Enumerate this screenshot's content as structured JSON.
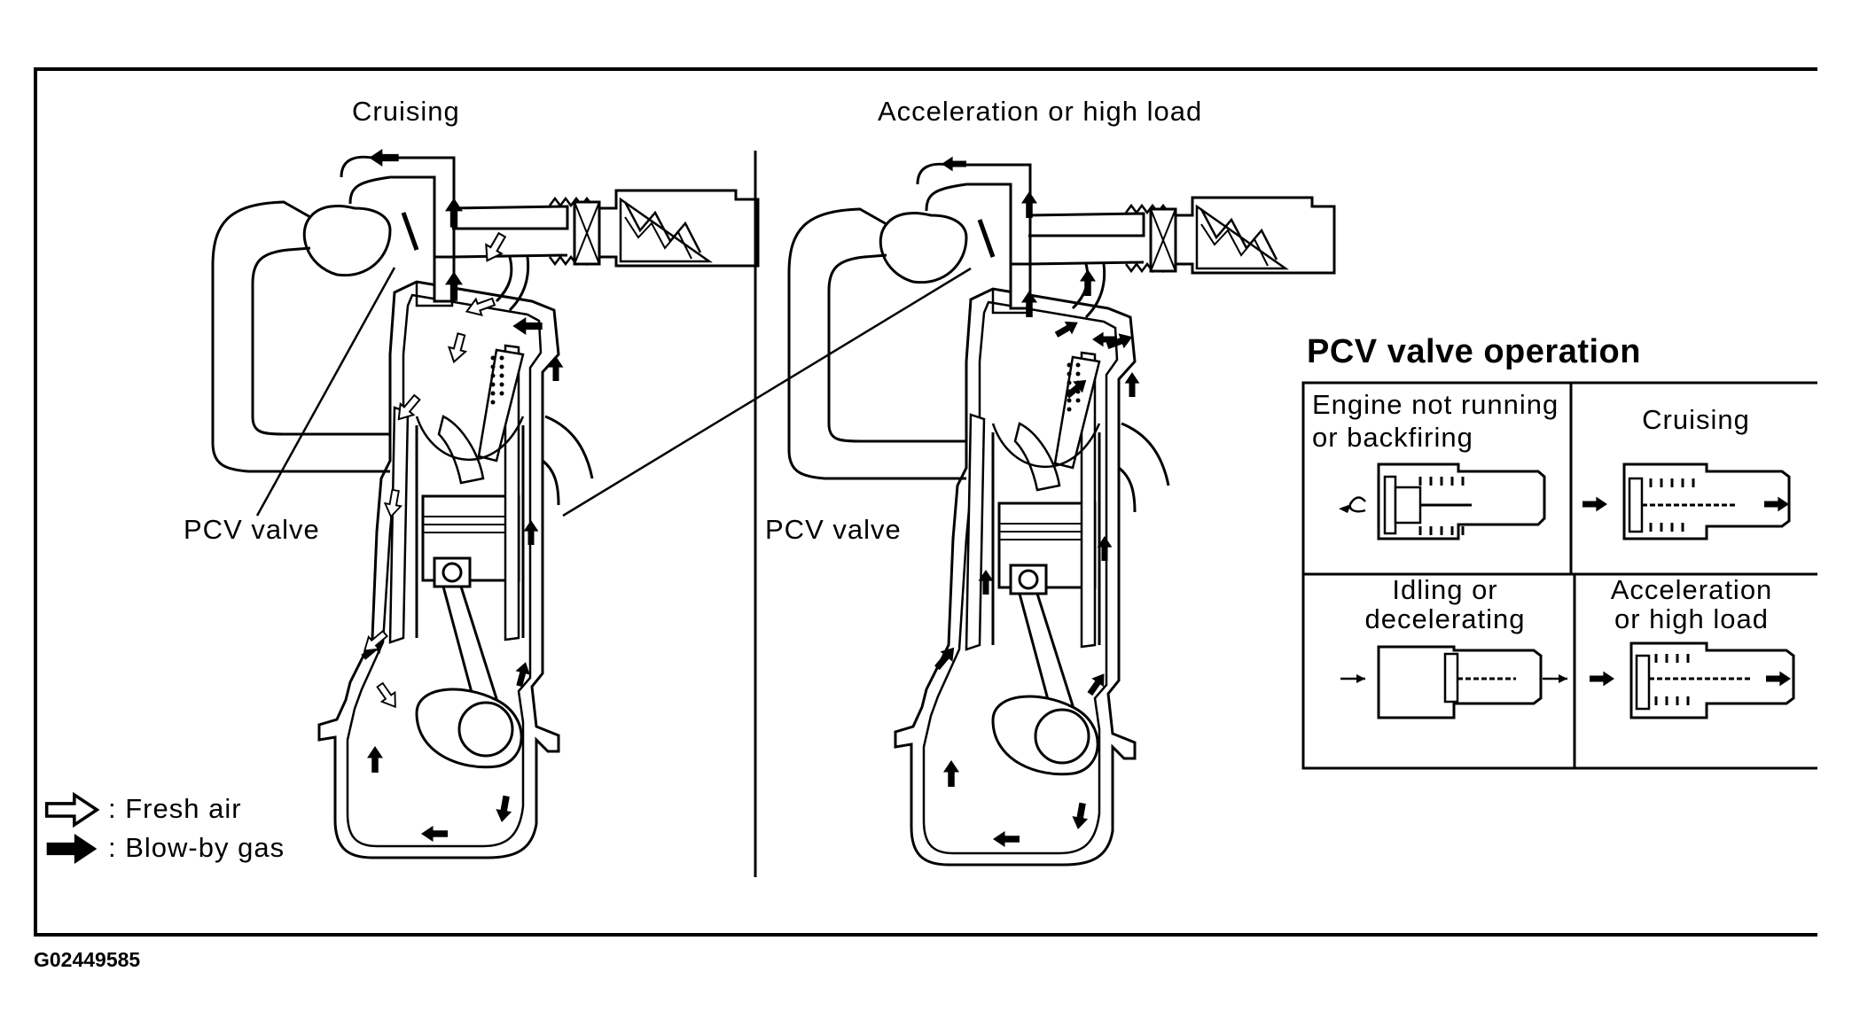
{
  "diagram": {
    "left_panel_title": "Cruising",
    "right_panel_title": "Acceleration or high load",
    "pcv_label_left": "PCV valve",
    "pcv_label_right": "PCV valve",
    "legend": {
      "fresh_air": ": Fresh air",
      "blowby_gas": ": Blow-by gas"
    },
    "pcv_table": {
      "heading": "PCV valve operation",
      "cells": {
        "not_running": "Engine not running\nor backfiring",
        "cruising": "Cruising",
        "idling": "Idling or\ndecelerating",
        "acceleration": "Acceleration\nor high load"
      }
    },
    "figure_code": "G02449585"
  },
  "colors": {
    "ink": "#000000",
    "paper": "#ffffff"
  }
}
